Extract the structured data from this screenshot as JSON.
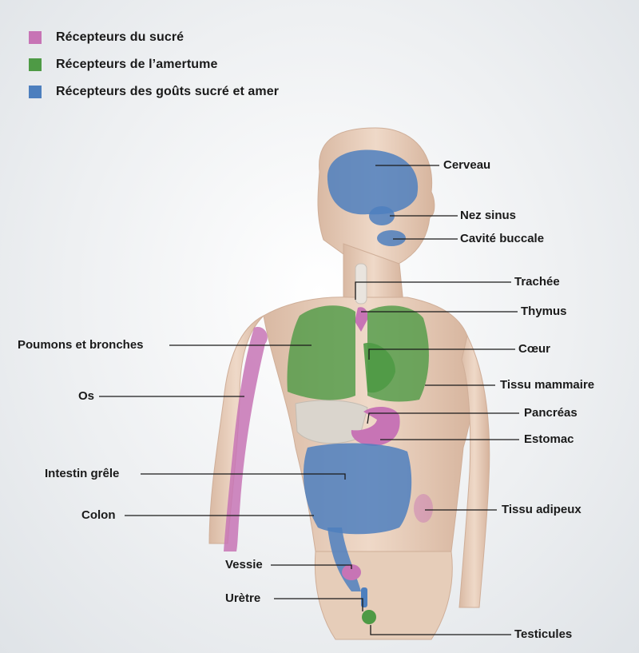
{
  "colors": {
    "sweet": "#c774b5",
    "bitter": "#4e9a45",
    "both": "#4d7fbe",
    "skin": "#e8cfbb",
    "line": "#1a1a1a"
  },
  "legend": [
    {
      "label": "Récepteurs du sucré",
      "color": "#c774b5"
    },
    {
      "label": "Récepteurs de l’amertume",
      "color": "#4e9a45"
    },
    {
      "label": "Récepteurs des goûts sucré et amer",
      "color": "#4d7fbe"
    }
  ],
  "labels": {
    "cerveau": "Cerveau",
    "nez_sinus": "Nez sinus",
    "cavite_buccale": "Cavité buccale",
    "trachee": "Trachée",
    "thymus": "Thymus",
    "poumons": "Poumons et bronches",
    "coeur": "Cœur",
    "os": "Os",
    "tissu_mammaire": "Tissu mammaire",
    "pancreas": "Pancréas",
    "estomac": "Estomac",
    "intestin": "Intestin grêle",
    "colon": "Colon",
    "tissu_adipeux": "Tissu adipeux",
    "vessie": "Vessie",
    "uretre": "Urètre",
    "testicules": "Testicules"
  }
}
